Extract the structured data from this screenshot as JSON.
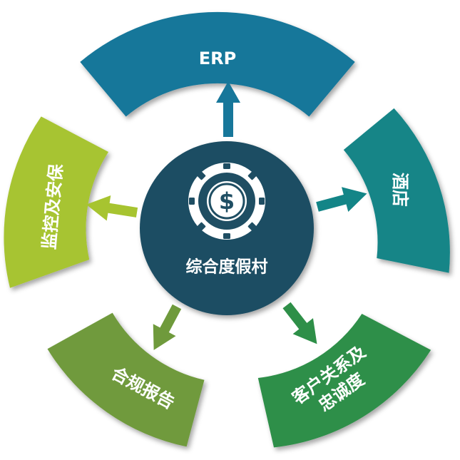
{
  "center": {
    "label": "综合度假村",
    "icon": "casino-chip-dollar-icon",
    "color": "#1f4e63"
  },
  "segments": [
    {
      "id": "erp",
      "lines": [
        "ERP"
      ],
      "color": "#17779a"
    },
    {
      "id": "hotel",
      "lines": [
        "酒店"
      ],
      "color": "#138587"
    },
    {
      "id": "crm",
      "lines": [
        "客户关系及",
        "忠诚度"
      ],
      "color": "#2e8f48"
    },
    {
      "id": "compliance",
      "lines": [
        "合规报告"
      ],
      "color": "#6f9a3c"
    },
    {
      "id": "security",
      "lines": [
        "监控及安保"
      ],
      "color": "#a7c430"
    }
  ]
}
